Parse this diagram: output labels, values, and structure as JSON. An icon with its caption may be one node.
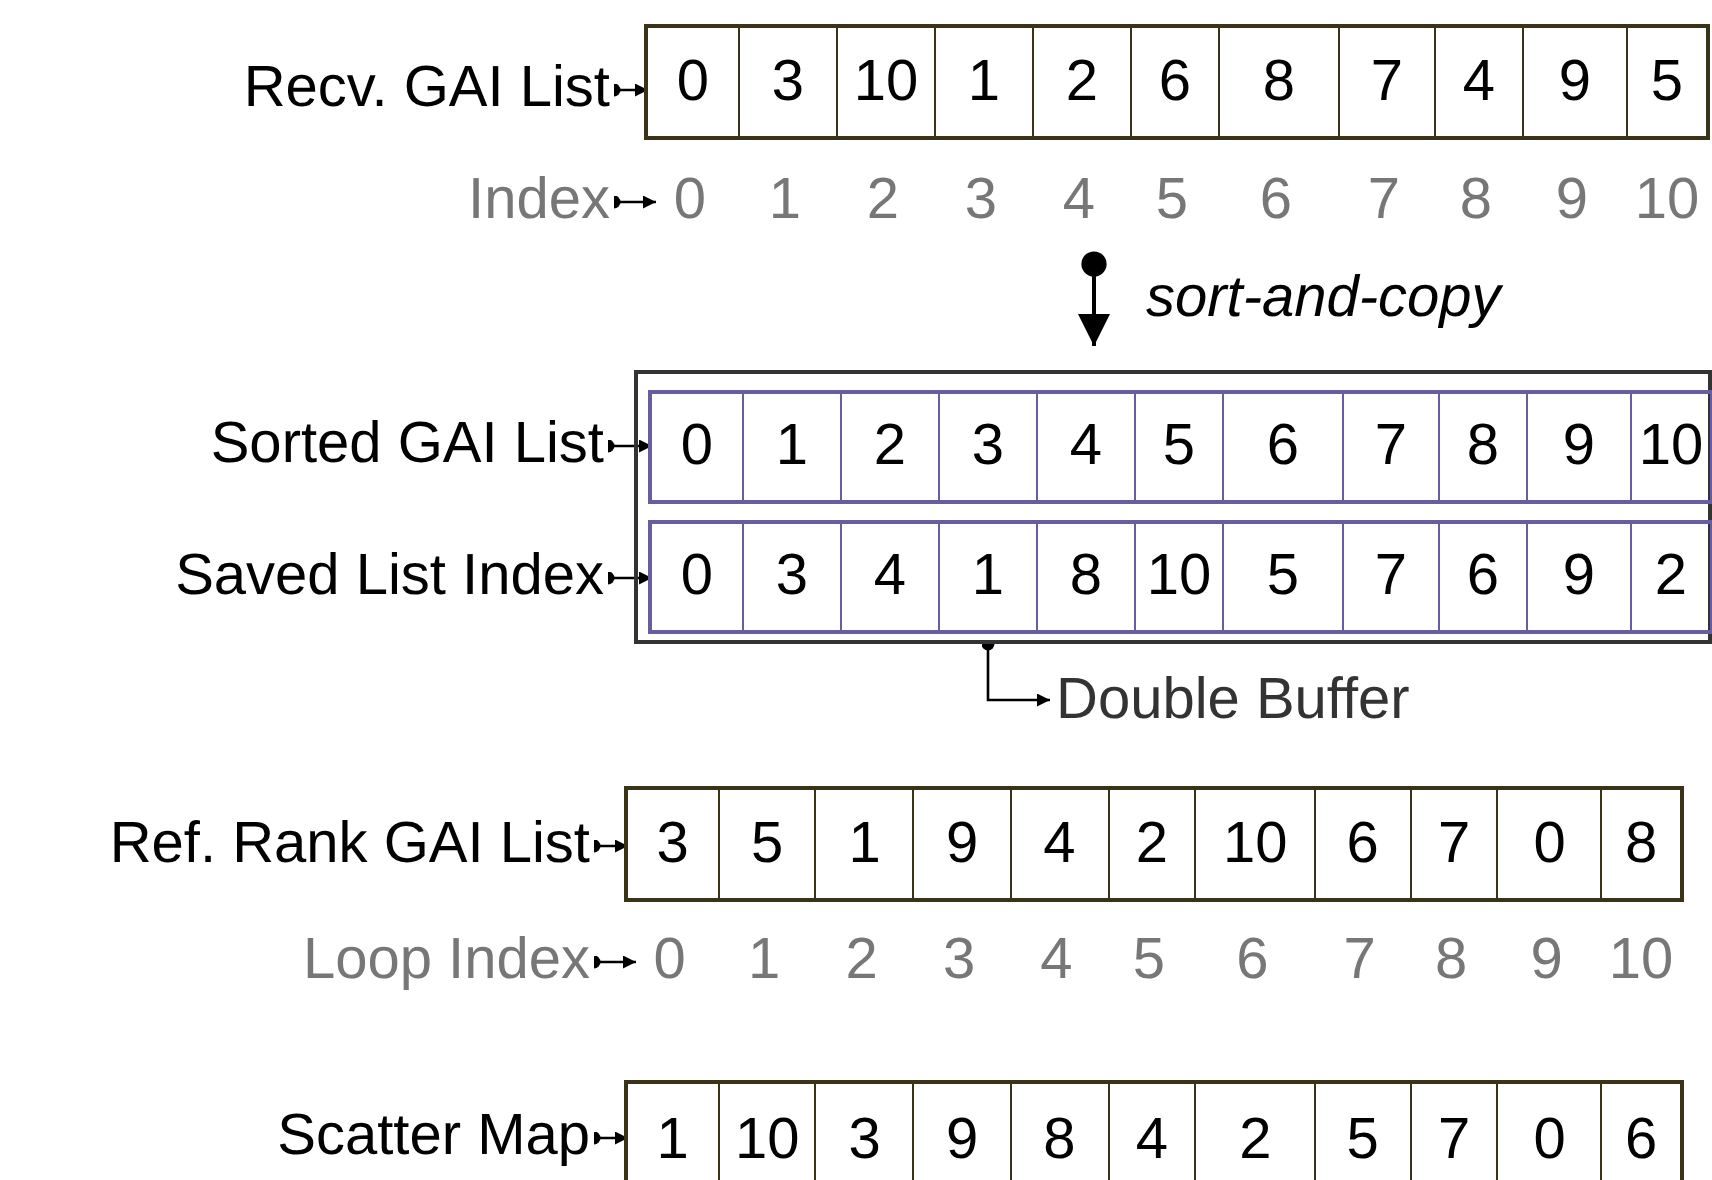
{
  "diagram": {
    "nodes": [
      {
        "text": [
          "Recv. GAI List"
        ]
      },
      {
        "text": [
          "0",
          "3",
          "10",
          "1",
          "2",
          "6",
          "8",
          "7",
          "4",
          "9",
          "5"
        ]
      },
      {
        "text": [
          "Index"
        ]
      },
      {
        "text": [
          "0",
          "1",
          "2",
          "3",
          "4",
          "5",
          "6",
          "7",
          "8",
          "9",
          "10"
        ]
      },
      {
        "text": [],
        "shape": "box"
      },
      {
        "text": [
          "Sorted GAI List"
        ]
      },
      {
        "text": [
          "0",
          "1",
          "2",
          "3",
          "4",
          "5",
          "6",
          "7",
          "8",
          "9",
          "10"
        ],
        "in": 4
      },
      {
        "text": [
          "Saved List Index"
        ]
      },
      {
        "text": [
          "0",
          "3",
          "4",
          "1",
          "8",
          "10",
          "5",
          "7",
          "6",
          "9",
          "2"
        ],
        "in": 4
      },
      {
        "text": [
          "Double Buffer"
        ]
      },
      {
        "text": [
          "Ref. Rank GAI List"
        ]
      },
      {
        "text": [
          "3",
          "5",
          "1",
          "9",
          "4",
          "2",
          "10",
          "6",
          "7",
          "0",
          "8"
        ]
      },
      {
        "text": [
          "Loop Index"
        ]
      },
      {
        "text": [
          "0",
          "1",
          "2",
          "3",
          "4",
          "5",
          "6",
          "7",
          "8",
          "9",
          "10"
        ]
      },
      {
        "text": [
          "Scatter Map"
        ]
      },
      {
        "text": [
          "1",
          "10",
          "3",
          "9",
          "8",
          "4",
          "2",
          "5",
          "7",
          "0",
          "6"
        ]
      }
    ],
    "edges": [
      {
        "from": 0,
        "to": 1,
        "arrow": "to"
      },
      {
        "from": 2,
        "to": 3,
        "arrow": "to"
      },
      {
        "from": 3,
        "to": 4,
        "arrow": "to",
        "label": "sort-and-copy"
      },
      {
        "from": 5,
        "to": 6,
        "arrow": "to"
      },
      {
        "from": 7,
        "to": 8,
        "arrow": "to"
      },
      {
        "from": 4,
        "to": 9,
        "arrow": "to"
      },
      {
        "from": 10,
        "to": 11,
        "arrow": "to"
      },
      {
        "from": 12,
        "to": 13,
        "arrow": "to"
      },
      {
        "from": 14,
        "to": 15,
        "arrow": "to"
      }
    ]
  }
}
